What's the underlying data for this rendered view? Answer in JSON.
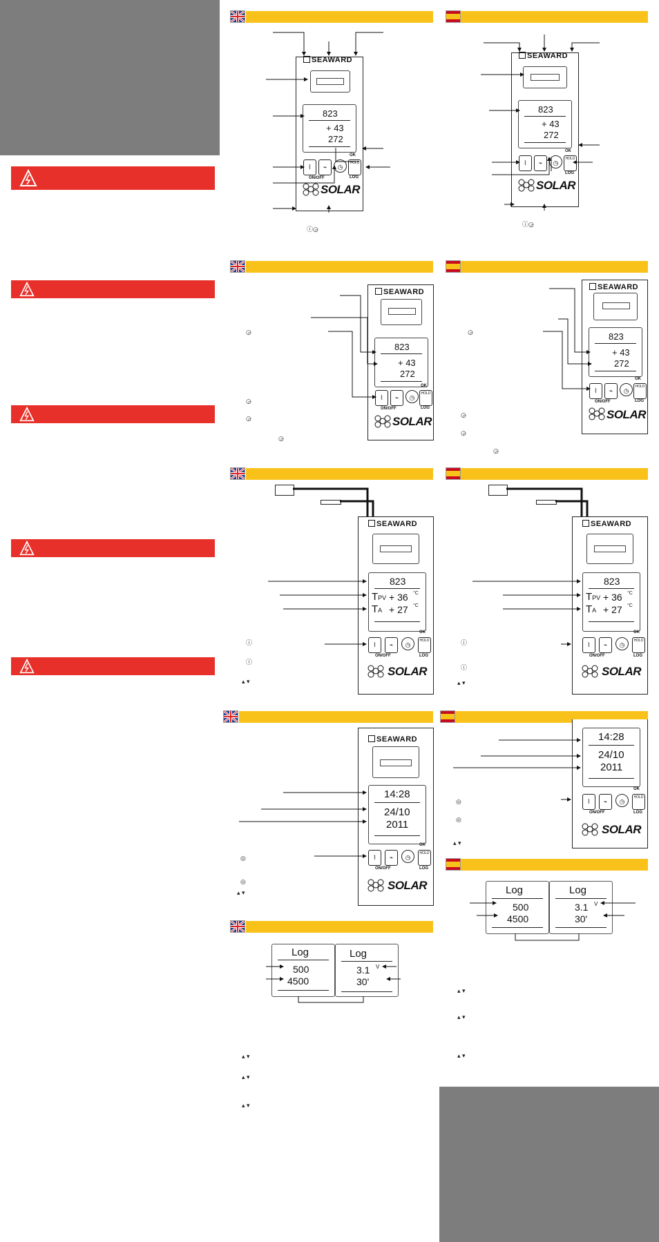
{
  "brand": "SEAWARD",
  "product": "SOLAR",
  "buttons": {
    "on_off": "ON/OFF",
    "ok": "OK",
    "hold": "HOLD",
    "log": "LOG"
  },
  "display_basic": {
    "irradiance": "823",
    "t_pv": "+ 43",
    "t_a": "272"
  },
  "display_temp": {
    "irradiance": "823",
    "t_pv_label": "T",
    "t_pv_sub": "PV",
    "t_pv_value": "+ 36",
    "t_a_label": "T",
    "t_a_sub": "A",
    "t_a_value": "+ 27",
    "unit": "°C"
  },
  "display_clock": {
    "time": "14:28",
    "date": "24/10",
    "year": "2011"
  },
  "log_screens": {
    "title": "Log",
    "screen1": {
      "value1": "500",
      "value2": "4500"
    },
    "screen2": {
      "value1": "3.1",
      "value1_unit": "V",
      "value2": "30'"
    }
  },
  "colors": {
    "banner": "#f9c21a",
    "warning": "#e8302a",
    "gray": "#7d7d7d"
  }
}
